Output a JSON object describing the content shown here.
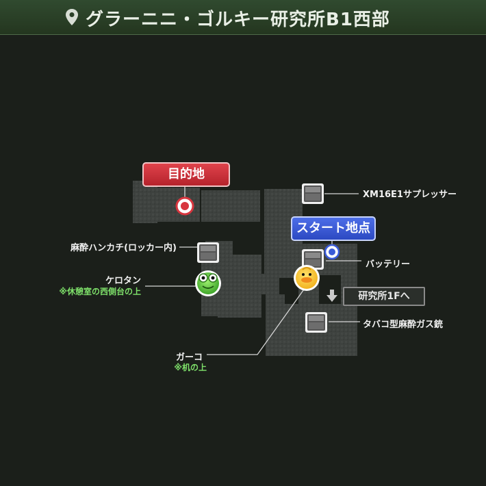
{
  "header": {
    "title": "グラーニニ・ゴルキー研究所B1西部",
    "icon": "location-pin-icon"
  },
  "callouts": {
    "goal": "目的地",
    "start": "スタート地点"
  },
  "exit": {
    "label": "研究所1Fへ",
    "icon": "down-arrow-icon"
  },
  "items": [
    {
      "label": "XM16E1サプレッサー",
      "icon": "locker-icon"
    },
    {
      "label": "麻酔ハンカチ(ロッカー内)",
      "icon": "locker-icon"
    },
    {
      "label": "バッテリー",
      "icon": "locker-icon"
    },
    {
      "label": "タバコ型麻酔ガス銃",
      "icon": "locker-icon"
    }
  ],
  "collectibles": [
    {
      "label": "ケロタン",
      "note": "※休憩室の西側台の上",
      "icon": "frog-icon"
    },
    {
      "label": "ガーコ",
      "note": "※机の上",
      "icon": "duck-icon"
    }
  ],
  "colors": {
    "background": "#1b1f1a",
    "header": "#2c422a",
    "room": "#3f4340",
    "goal": "#d8353e",
    "start": "#3a5bd8",
    "note": "#7ee06a"
  }
}
